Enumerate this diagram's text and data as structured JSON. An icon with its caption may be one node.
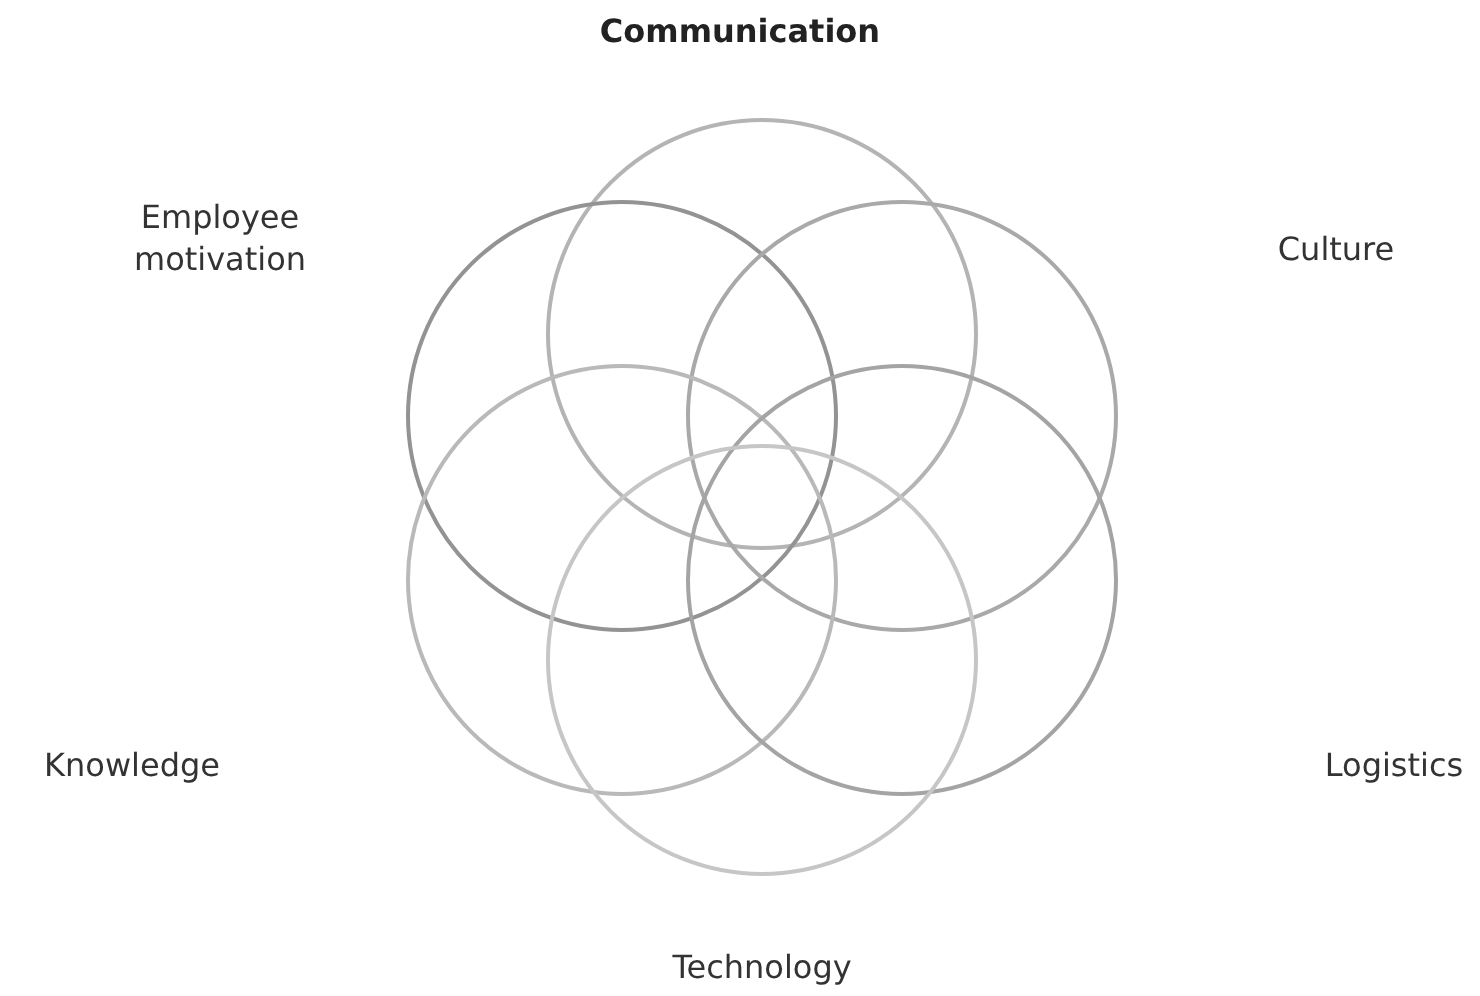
{
  "diagram": {
    "title": "Communication",
    "nodes": [
      {
        "text": [],
        "shape": "circle"
      },
      {
        "text": [],
        "shape": "circle"
      },
      {
        "text": [],
        "shape": "circle"
      },
      {
        "text": [],
        "shape": "circle"
      },
      {
        "text": [],
        "shape": "circle"
      },
      {
        "text": [],
        "shape": "circle"
      }
    ],
    "labels": [
      "Employee motivation",
      "Culture",
      "Knowledge",
      "Logistics",
      "Technology"
    ]
  }
}
